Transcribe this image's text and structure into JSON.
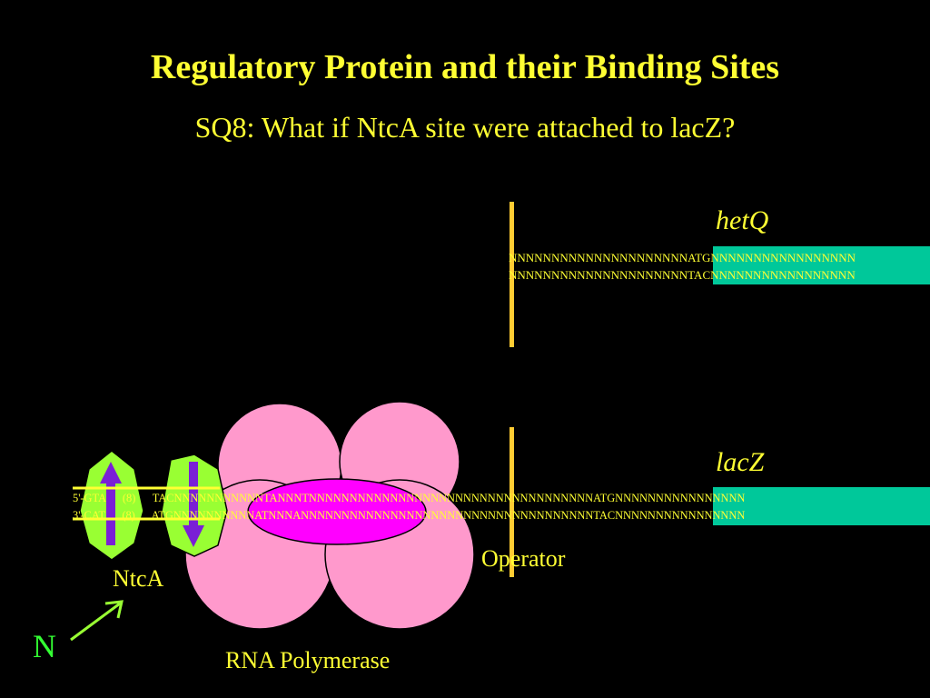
{
  "title": "Regulatory Protein and their Binding Sites",
  "subtitle": "SQ8: What if NtcA site were attached to lacZ?",
  "hetq": {
    "gene": "hetQ",
    "strand1_left": "NNNNNNNNNNNNNNNNNNNNNATGNNNNNNNNNNNNNNNNN",
    "strand2_left": "NNNNNNNNNNNNNNNNNNNNNTACNNNNNNNNNNNNNNNNN"
  },
  "lacz": {
    "gene": "lacZ",
    "strand1": "5'-GTA      (8)      TACNNNNNNNNNNNTANNNTNNNNNNNNNNNNNNNNNNNNNNNNNNNNNNNNNNNATGNNNNNNNNNNNNNNNN",
    "strand2": "3'-CAT      (8)      ATGNNNNNNNNNNATNNNANNNNNNNNNNNNNNNNNNNNNNNNNNNNNNNNNNNNTACNNNNNNNNNNNNNNNN"
  },
  "labels": {
    "operator": "Operator",
    "ntca": "NtcA",
    "n": "N",
    "rna_polymerase": "RNA Polymerase"
  },
  "colors": {
    "background": "#000000",
    "text": "#ffff33",
    "gene_box": "#00c89a",
    "polymerase": "#ff99cc",
    "operator_protein": "#ff00ff",
    "ntca": "#99ff33",
    "arrow_purple": "#7a1fd6",
    "ntca_label": "#33ff33",
    "operator_bar": "#ffcc33"
  }
}
